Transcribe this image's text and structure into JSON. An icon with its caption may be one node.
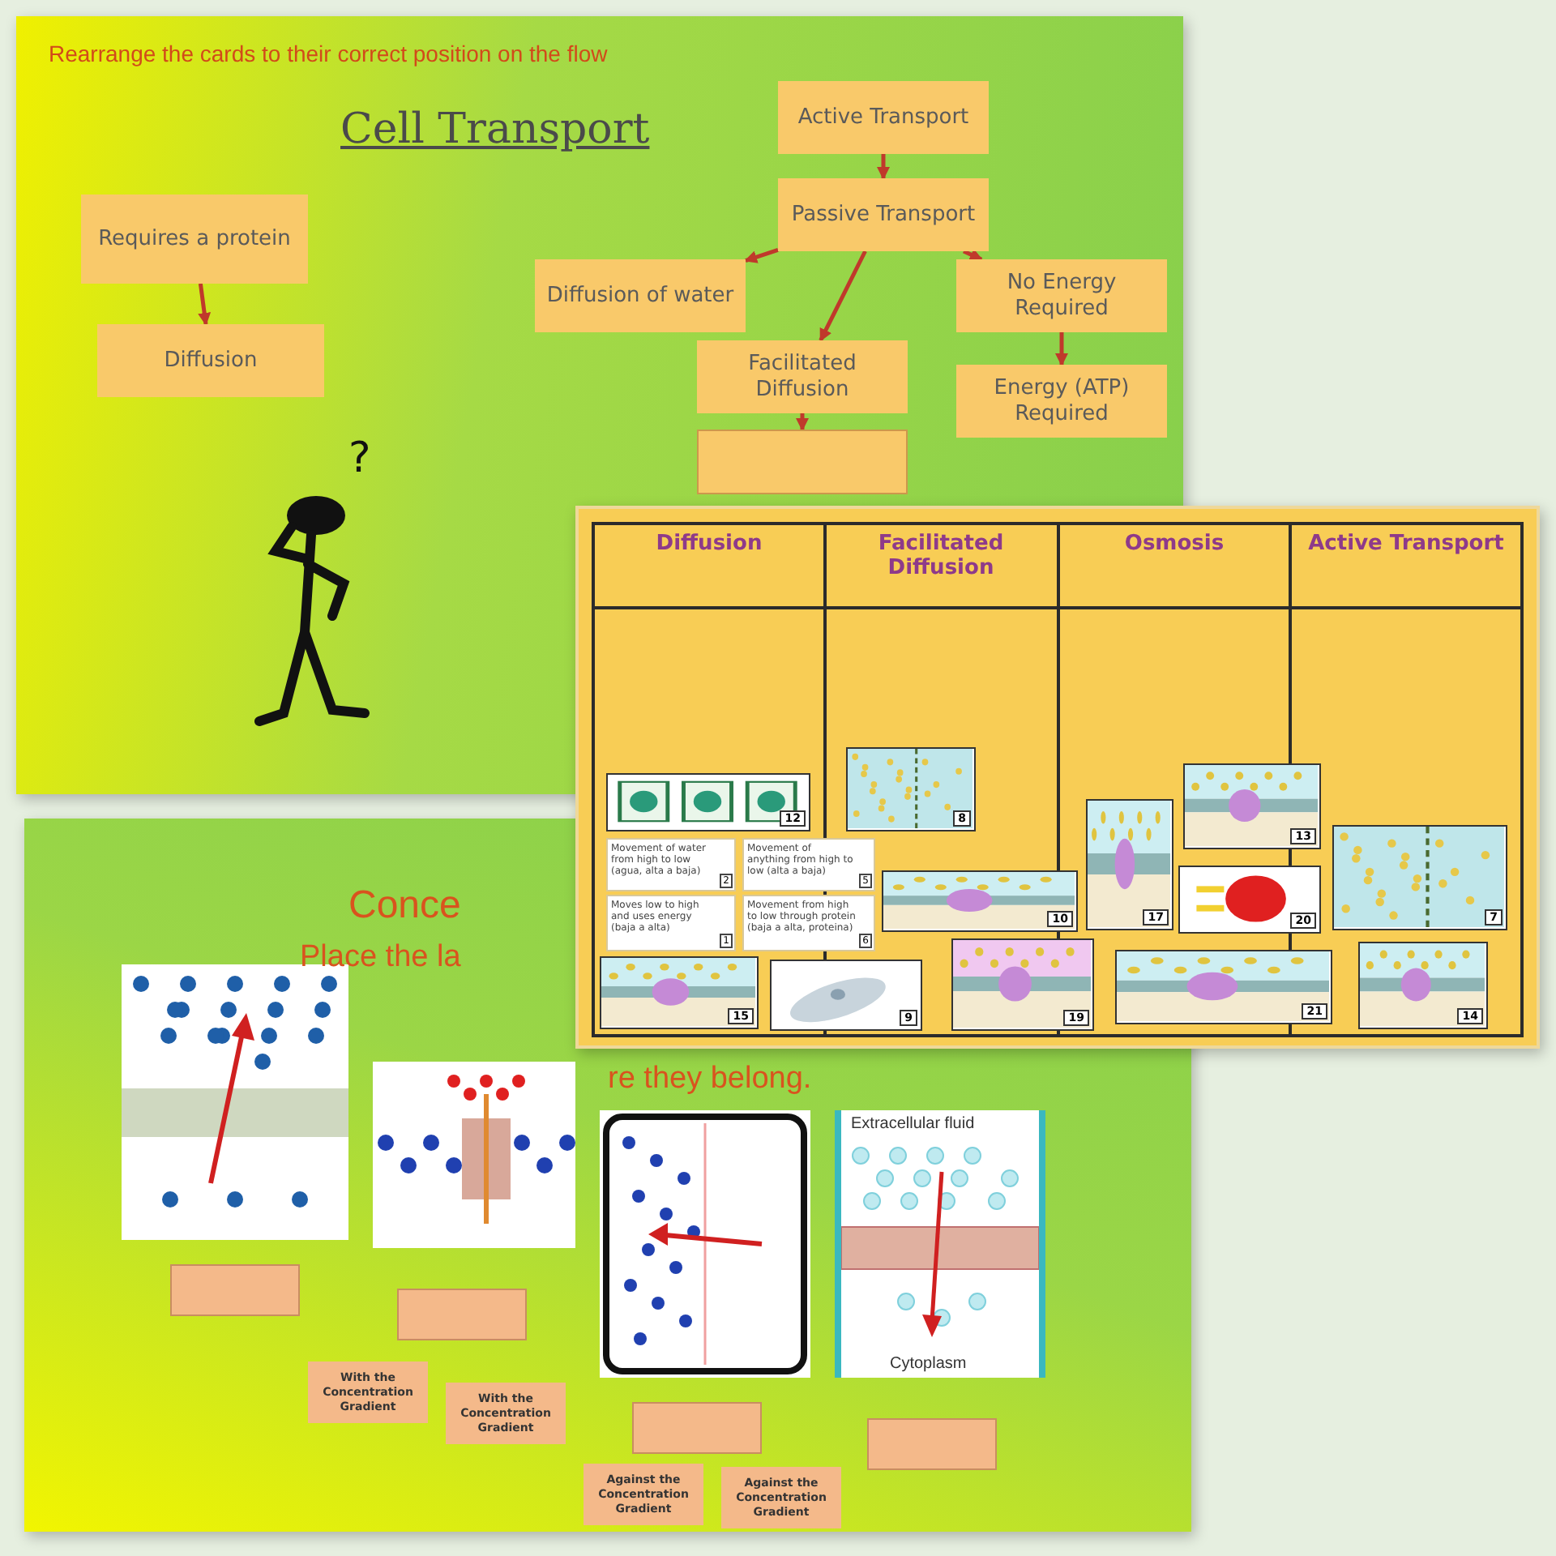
{
  "diagram": {
    "nodes": [
      {
        "text": [
          "Requires a protein"
        ]
      },
      {
        "text": [
          "Diffusion"
        ]
      },
      {
        "text": [
          "Active Transport"
        ]
      },
      {
        "text": [
          "Passive Transport"
        ]
      },
      {
        "text": [
          "No Energy Required"
        ]
      },
      {
        "text": [
          "Diffusion of water"
        ]
      },
      {
        "text": [
          "Facilitated Diffusion"
        ]
      },
      {
        "text": [
          "Energy (ATP) Required"
        ]
      },
      {
        "text": [],
        "shape": "box"
      },
      {
        "text": [
          "12"
        ]
      },
      {
        "text": [
          "8"
        ]
      },
      {
        "text": [
          "13"
        ]
      },
      {
        "text": [
          "Movement of water from high to low (agua, alta a baja)",
          "2"
        ]
      },
      {
        "text": [
          "Movement of anything from high to low (alta a baja)",
          "5"
        ]
      },
      {
        "text": [
          "17"
        ]
      },
      {
        "text": [
          "10"
        ]
      },
      {
        "text": [
          "20"
        ]
      },
      {
        "text": [
          "7"
        ]
      },
      {
        "text": [
          "Moves low to high and uses energy (baja a alta)",
          "1"
        ]
      },
      {
        "text": [
          "Movement from high to low through protein (baja a alta, proteina)",
          "6"
        ]
      },
      {
        "text": [
          "14"
        ]
      },
      {
        "text": [
          "15"
        ]
      },
      {
        "text": [
          "9"
        ]
      },
      {
        "text": [
          "19"
        ]
      },
      {
        "text": [
          "21"
        ]
      },
      {
        "text": [
          "Extracellular fluid",
          "Cytoplasm"
        ]
      },
      {
        "text": [],
        "shape": "box"
      },
      {
        "text": [],
        "shape": "box"
      },
      {
        "text": [],
        "shape": "box"
      },
      {
        "text": [],
        "shape": "box"
      },
      {
        "text": [
          "With the Concentration Gradient"
        ]
      },
      {
        "text": [
          "With the Concentration Gradient"
        ]
      },
      {
        "text": [
          "Against the Concentration Gradient"
        ]
      },
      {
        "text": [
          "Against the Concentration Gradient"
        ]
      }
    ],
    "edges": [
      {
        "from": 0,
        "to": 1,
        "arrow": "to"
      },
      {
        "from": 2,
        "to": 3,
        "arrow": "to"
      },
      {
        "from": 3,
        "to": 5,
        "arrow": "to"
      },
      {
        "from": 3,
        "to": 6,
        "arrow": "to"
      },
      {
        "from": 3,
        "to": 4,
        "arrow": "to"
      },
      {
        "from": 4,
        "to": 7,
        "arrow": "to"
      },
      {
        "from": 6,
        "to": 8,
        "arrow": "to"
      }
    ],
    "labels": [
      "Rearrange the cards to their correct position on the flow",
      "Cell Transport",
      "?",
      "Diffusion",
      "Facilitated Diffusion",
      "Osmosis",
      "Active Transport",
      "Conce",
      "Place the la",
      "re they belong."
    ]
  }
}
